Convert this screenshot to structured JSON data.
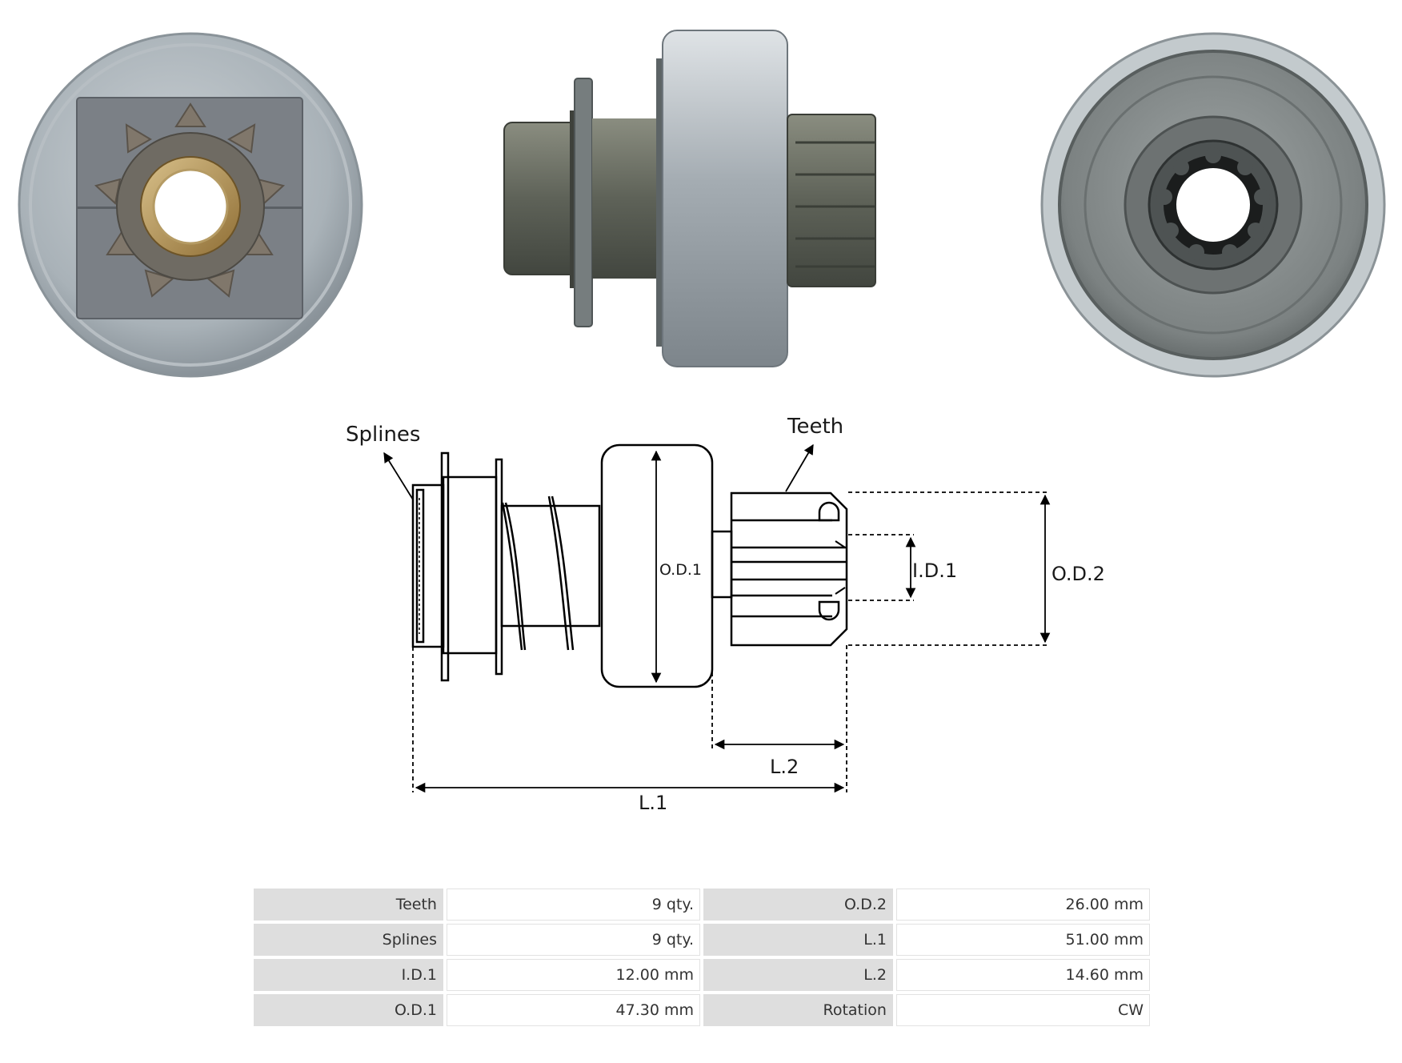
{
  "diagram": {
    "labels": {
      "splines": "Splines",
      "teeth": "Teeth",
      "od1": "O.D.1",
      "id1": "I.D.1",
      "od2": "O.D.2",
      "l1": "L.1",
      "l2": "L.2"
    }
  },
  "specs": {
    "rows": [
      {
        "label_a": "Teeth",
        "value_a": "9 qty.",
        "label_b": "O.D.2",
        "value_b": "26.00 mm"
      },
      {
        "label_a": "Splines",
        "value_a": "9 qty.",
        "label_b": "L.1",
        "value_b": "51.00 mm"
      },
      {
        "label_a": "I.D.1",
        "value_a": "12.00 mm",
        "label_b": "L.2",
        "value_b": "14.60 mm"
      },
      {
        "label_a": "O.D.1",
        "value_a": "47.30 mm",
        "label_b": "Rotation",
        "value_b": "CW"
      }
    ]
  }
}
